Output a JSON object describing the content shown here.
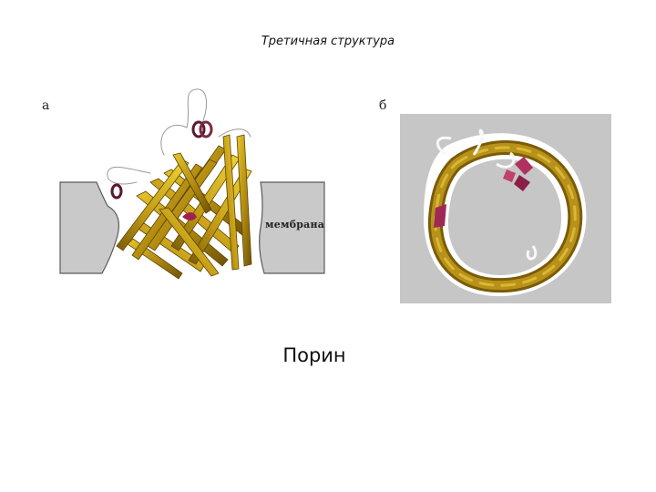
{
  "title": "Третичная структура",
  "panels": {
    "a": {
      "label": "а",
      "membrane_label": "мембрана"
    },
    "b": {
      "label": "б"
    }
  },
  "caption": "Порин",
  "colors": {
    "strand": "#b58e12",
    "strand_light": "#e0c21e",
    "strand_dark": "#7a5c08",
    "helix": "#b03060",
    "membrane": "#c8c8c8",
    "background_b": "#c6c6c6",
    "loop": "#ffffff"
  }
}
